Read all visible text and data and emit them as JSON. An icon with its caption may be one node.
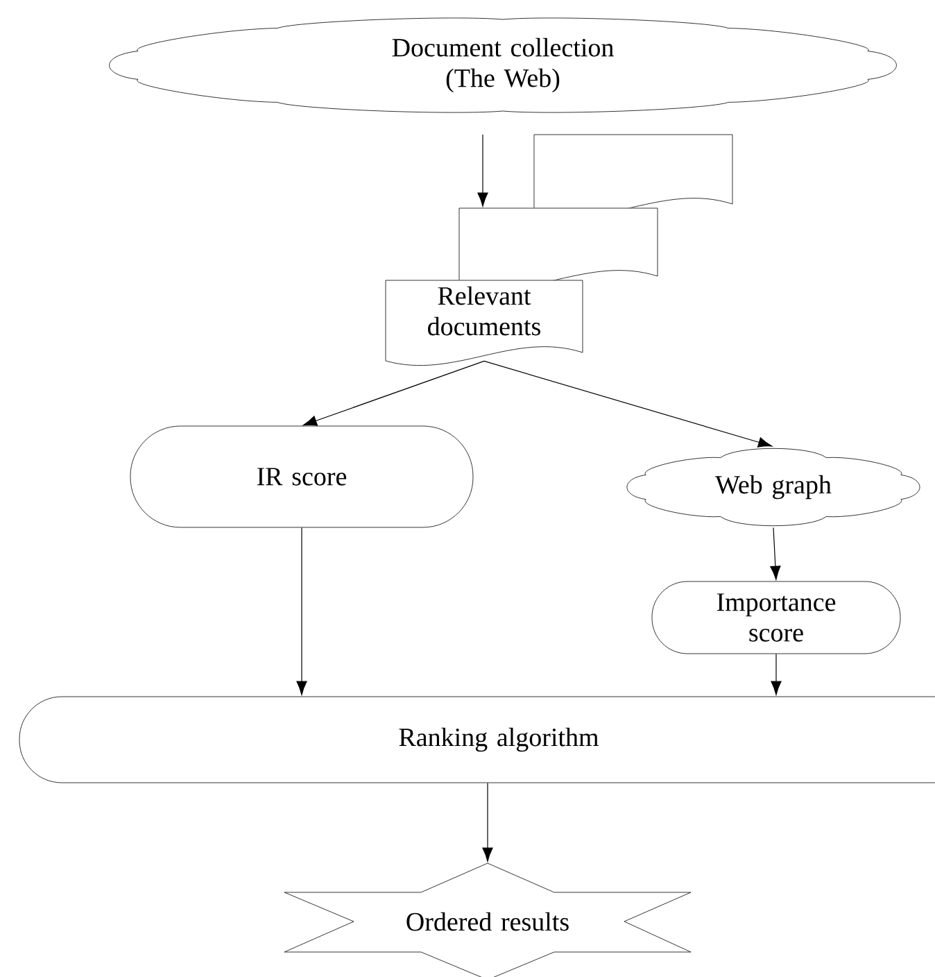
{
  "diagram": {
    "nodes": [
      {
        "text": [
          "Document collection (The Web)"
        ]
      },
      {
        "text": [],
        "shape": "document"
      },
      {
        "text": [],
        "shape": "document"
      },
      {
        "text": [
          "Relevant documents"
        ]
      },
      {
        "text": [
          "IR score"
        ]
      },
      {
        "text": [
          "Web graph"
        ]
      },
      {
        "text": [
          "Importance score"
        ]
      },
      {
        "text": [
          "Ranking algorithm"
        ]
      },
      {
        "text": [
          "Ordered results"
        ]
      }
    ],
    "edges": [
      {
        "from": 0,
        "to": 2,
        "arrow": "to"
      },
      {
        "from": 3,
        "to": 4,
        "arrow": "to"
      },
      {
        "from": 3,
        "to": 5,
        "arrow": "to"
      },
      {
        "from": 5,
        "to": 6,
        "arrow": "to"
      },
      {
        "from": 4,
        "to": 7,
        "arrow": "to"
      },
      {
        "from": 6,
        "to": 7,
        "arrow": "to"
      },
      {
        "from": 7,
        "to": 8,
        "arrow": "to"
      }
    ]
  }
}
